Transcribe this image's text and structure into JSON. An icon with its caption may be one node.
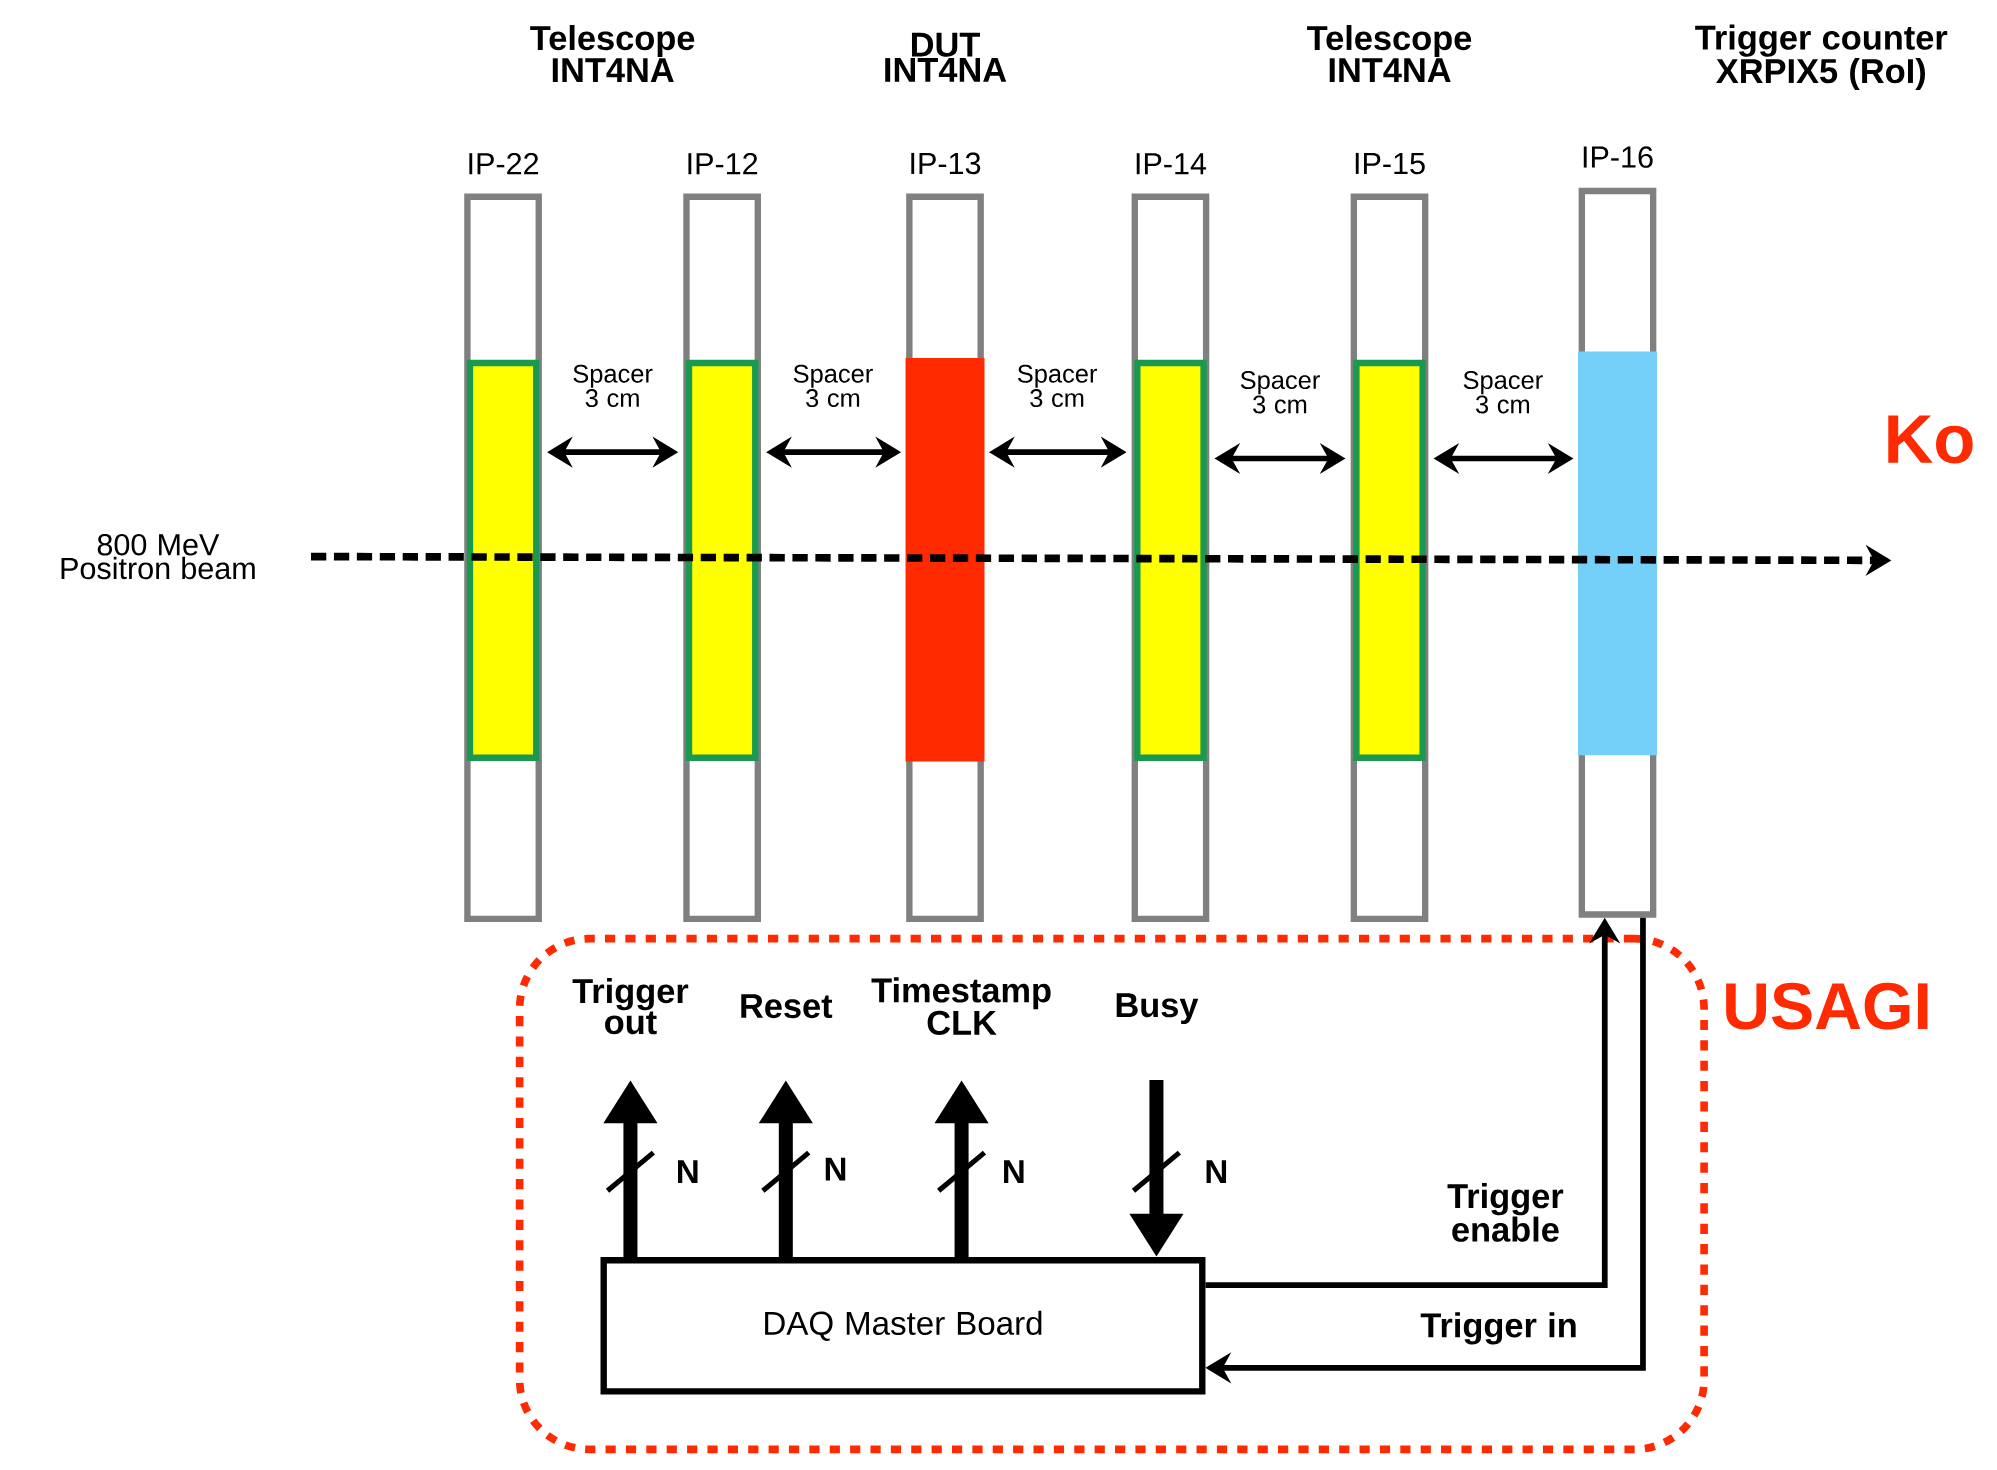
{
  "diagram": {
    "nodes": [
      {
        "text": [
          "IP-22"
        ]
      },
      {
        "text": [
          "IP-12"
        ]
      },
      {
        "text": [
          "IP-13"
        ]
      },
      {
        "text": [
          "IP-14"
        ]
      },
      {
        "text": [
          "IP-15"
        ]
      },
      {
        "text": [
          "IP-16"
        ]
      },
      {
        "text": [
          "800 MeV Positron beam"
        ]
      },
      {
        "text": [
          "USAGI"
        ]
      },
      {
        "text": [
          "DAQ Master Board"
        ],
        "in": 7
      }
    ],
    "edges": [
      {
        "from": 0,
        "to": 1,
        "arrow": "both",
        "label": "Spacer 3 cm"
      },
      {
        "from": 1,
        "to": 2,
        "arrow": "both",
        "label": "Spacer 3 cm"
      },
      {
        "from": 2,
        "to": 3,
        "arrow": "both",
        "label": "Spacer 3 cm"
      },
      {
        "from": 3,
        "to": 4,
        "arrow": "both",
        "label": "Spacer 3 cm"
      },
      {
        "from": 4,
        "to": 5,
        "arrow": "both",
        "label": "Spacer 3 cm"
      },
      {
        "from": 6,
        "to": null,
        "arrow": "to",
        "style": "dashed"
      },
      {
        "from": 8,
        "to": null,
        "arrow": "to",
        "style": "thick",
        "label": "Trigger out"
      },
      {
        "from": 8,
        "to": null,
        "arrow": "to",
        "style": "thick",
        "label": "Reset"
      },
      {
        "from": 8,
        "to": null,
        "arrow": "to",
        "style": "thick",
        "label": "Timestamp CLK"
      },
      {
        "from": null,
        "to": 8,
        "arrow": "to",
        "style": "thick",
        "label": "Busy"
      },
      {
        "from": 8,
        "to": 5,
        "arrow": "to",
        "label": "Trigger enable"
      },
      {
        "from": 5,
        "to": 8,
        "arrow": "to",
        "label": "Trigger in"
      }
    ],
    "labels": [
      "Telescope INT4NA",
      "DUT INT4NA",
      "Telescope INT4NA",
      "Trigger counter XRPIX5 (RoI)",
      "Ko",
      "N",
      "N",
      "N",
      "N"
    ]
  }
}
